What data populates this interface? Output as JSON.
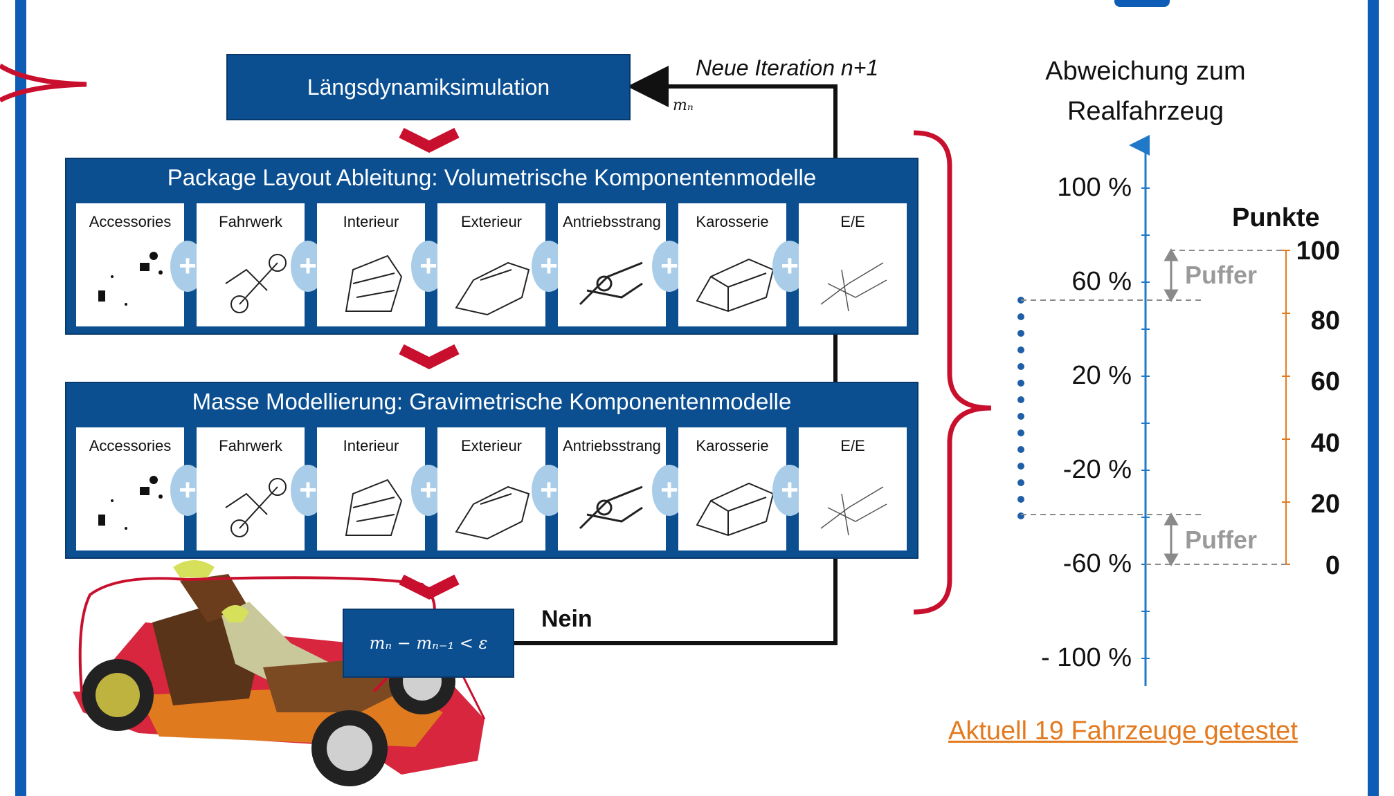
{
  "simulation_box": "Längsdynamiksimulation",
  "iteration_label": "Neue Iteration n+1",
  "mass_label": "mₙ",
  "package_panel": {
    "title": "Package Layout Ableitung: Volumetrische Komponentenmodelle",
    "tiles": [
      "Accessories",
      "Fahrwerk",
      "Interieur",
      "Exterieur",
      "Antriebsstrang",
      "Karosserie",
      "E/E"
    ]
  },
  "mass_panel": {
    "title": "Masse Modellierung: Gravimetrische Komponentenmodelle",
    "tiles": [
      "Accessories",
      "Fahrwerk",
      "Interieur",
      "Exterieur",
      "Antriebsstrang",
      "Karosserie",
      "E/E"
    ]
  },
  "plus_symbol": "+",
  "condition": "mₙ − mₙ₋₁ < ε",
  "no_label": "Nein",
  "axis": {
    "title": "Abweichung zum Realfahrzeug",
    "ticks": [
      "100 %",
      "60 %",
      "20 %",
      "-20 %",
      "-60 %",
      "- 100 %"
    ]
  },
  "points": {
    "title": "Punkte",
    "ticks": [
      "100",
      "80",
      "60",
      "40",
      "20",
      "0"
    ]
  },
  "buffer_label": "Puffer",
  "footnote": "Aktuell 19 Fahrzeuge getestet",
  "colors": {
    "frame": "#0d5db7",
    "box": "#0b4f91",
    "chevron": "#c8102e",
    "bracket": "#c8102e",
    "plus": "#a9cde9",
    "axis": "#1f78c8",
    "points_axis": "#e37a1f",
    "footnote": "#e37a1f"
  },
  "icons": [
    "chevron-down-icon",
    "plus-icon",
    "bracket-icon",
    "vehicle-model-illustration",
    "component-sketch"
  ]
}
